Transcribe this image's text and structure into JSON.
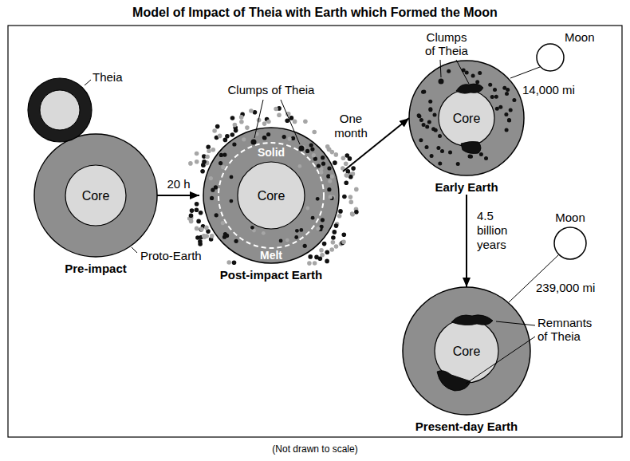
{
  "diagram": {
    "title": "Model of Impact of Theia with Earth which Formed the Moon",
    "caption": "(Not drawn to scale)",
    "nodes": [
      {
        "text": [
          "Pre-impact"
        ]
      },
      {
        "text": [
          "Core"
        ],
        "in": 0
      },
      {
        "text": [
          "Post-impact Earth"
        ]
      },
      {
        "text": [
          "Core"
        ],
        "in": 2
      },
      {
        "text": [
          "Early Earth"
        ]
      },
      {
        "text": [
          "Core"
        ],
        "in": 4
      },
      {
        "text": [
          "Present-day Earth"
        ]
      },
      {
        "text": [
          "Core"
        ],
        "in": 6
      }
    ],
    "edges": [
      {
        "from": 0,
        "to": 2,
        "arrow": "to",
        "label": "20 h"
      },
      {
        "from": 2,
        "to": 4,
        "arrow": "to",
        "label": "One month"
      },
      {
        "from": 4,
        "to": 6,
        "arrow": "to",
        "label": "4.5 billion years"
      }
    ],
    "labels": [
      "Theia",
      "Proto-Earth",
      "Clumps of Theia",
      "Solid",
      "Melt",
      "Clumps of Theia",
      "Moon",
      "14,000 mi",
      "Moon",
      "239,000 mi",
      "Remnants of Theia"
    ]
  }
}
